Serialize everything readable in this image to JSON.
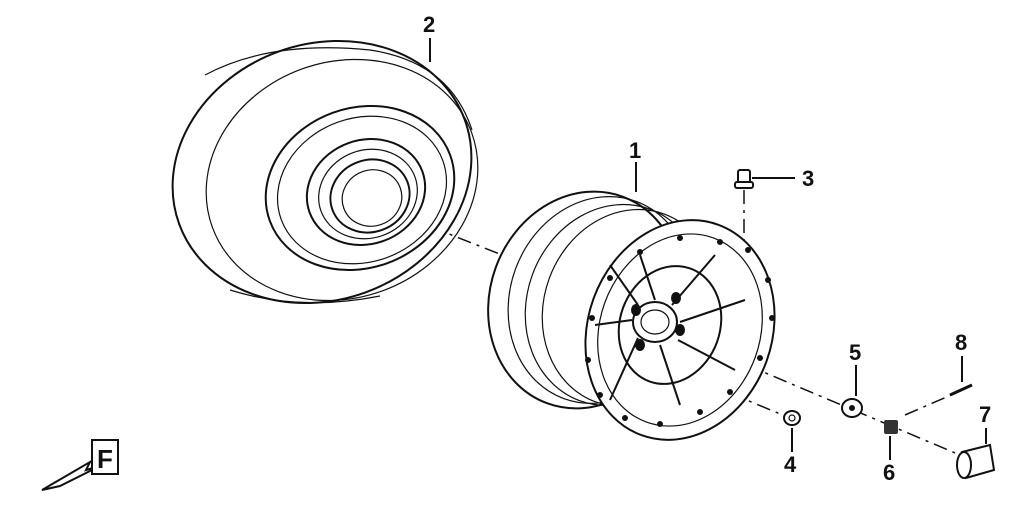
{
  "callouts": [
    {
      "id": "1",
      "label": "1"
    },
    {
      "id": "2",
      "label": "2"
    },
    {
      "id": "3",
      "label": "3"
    },
    {
      "id": "4",
      "label": "4"
    },
    {
      "id": "5",
      "label": "5"
    },
    {
      "id": "6",
      "label": "6"
    },
    {
      "id": "7",
      "label": "7"
    },
    {
      "id": "8",
      "label": "8"
    }
  ],
  "front_indicator": {
    "letter": "F"
  },
  "colors": {
    "line": "#111111",
    "background": "#ffffff"
  }
}
